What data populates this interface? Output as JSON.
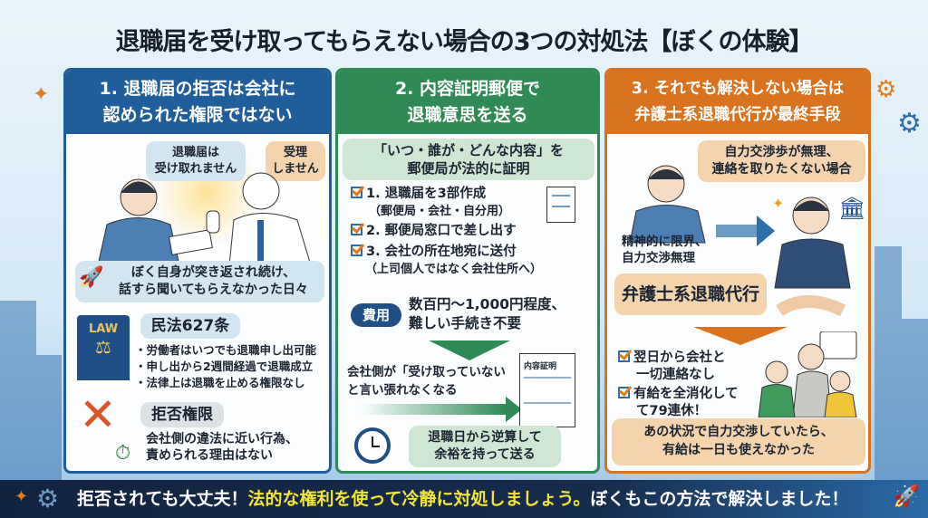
{
  "title": "退職届を受け取ってもらえない場合の3つの対処法【ぼくの体験】",
  "colors": {
    "blue": "#1f5e9a",
    "green": "#2f8a55",
    "orange": "#d9731f",
    "footer": "#12233f",
    "highlight": "#f3e43a"
  },
  "panel1": {
    "header": [
      "1. 退職届の拒否は会社に",
      "認められた権限ではない"
    ],
    "bubble_left": [
      "退職届は",
      "受け取れません"
    ],
    "bubble_right": [
      "受理",
      "しません"
    ],
    "caption": [
      "ぼく自身が突き返され続け、",
      "話すら聞いてもらえなかった日々"
    ],
    "law_book": "LAW",
    "law_title": "民法627条",
    "law_points": [
      "・労働者はいつでも退職申し出可能",
      "・申し出から2週間経過で退職成立",
      "・法律上は退職を止める権限なし"
    ],
    "refusal_title": "拒否権限",
    "refusal_text": [
      "会社側の違法に近い行為、",
      "責められる理由はない"
    ]
  },
  "panel2": {
    "header": [
      "2. 内容証明郵便で",
      "退職意思を送る"
    ],
    "lead": [
      "「いつ・誰が・どんな内容」を",
      "郵便局が法的に証明"
    ],
    "steps": [
      {
        "text": "1. 退職届を3部作成",
        "sub": "（郵便局・会社・自分用）"
      },
      {
        "text": "2. 郵便局窓口で差し出す",
        "sub": ""
      },
      {
        "text": "3. 会社の所在地宛に送付",
        "sub": "（上司個人ではなく会社住所へ）"
      }
    ],
    "cost_badge": "費用",
    "cost_text": [
      "数百円〜1,000円程度、",
      "難しい手続き不要"
    ],
    "result": [
      "会社側が「受け取っていない",
      "と言い張れなくなる"
    ],
    "document_label": "内容証明",
    "timing": [
      "退職日から逆算して",
      "余裕を持って送る"
    ]
  },
  "panel3": {
    "header": [
      "3. それでも解決しない場合は",
      "弁護士系退職代行が最終手段"
    ],
    "bubble": [
      "自力交渉歩が無理、",
      "連絡を取りたくない場合"
    ],
    "state": [
      "精神的に限界、",
      "自力交渉無理"
    ],
    "service": "弁護士系退職代行",
    "results": [
      [
        "翌日から会社と",
        "一切連絡なし"
      ],
      [
        "有給を全消化して",
        "て79連休！"
      ]
    ],
    "conclusion": [
      "あの状況で自力交渉していたら、",
      "有給は一日も使えなかった"
    ]
  },
  "footer": {
    "part1": "拒否されても大丈夫！",
    "part2": "法的な権利を使って冷静に対処しましょう。",
    "part3": "ぼくもこの方法で解決しました！"
  }
}
